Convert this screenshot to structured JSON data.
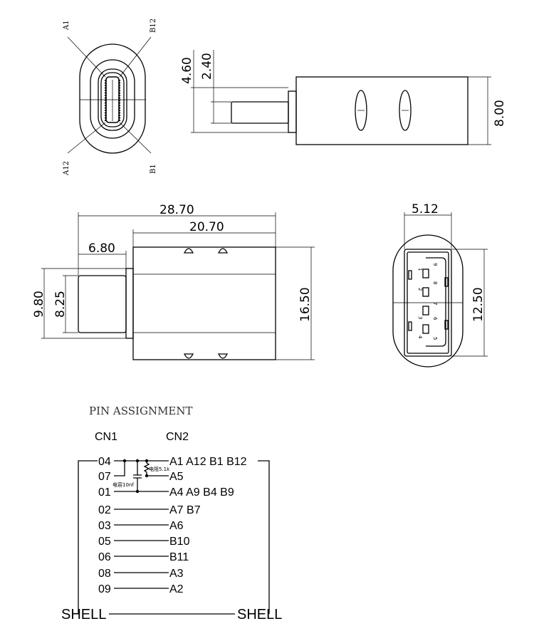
{
  "typec_view": {
    "labels": {
      "a1": "A1",
      "b12": "B12",
      "a12": "A12",
      "b1": "B1"
    }
  },
  "side_view": {
    "dims": {
      "d1": "4.60",
      "d2": "2.40",
      "d3": "8.00"
    }
  },
  "top_view": {
    "dims": {
      "overall": "28.70",
      "body": "20.70",
      "plug": "6.80",
      "collar_h": "9.80",
      "plug_h": "8.25",
      "body_h": "16.50"
    }
  },
  "usba_view": {
    "dims": {
      "w": "5.12",
      "h": "12.50"
    },
    "pins": [
      "1",
      "2",
      "3",
      "4",
      "5",
      "6",
      "7",
      "8",
      "9"
    ]
  },
  "pin_assignment": {
    "title": "PIN ASSIGNMENT",
    "cn1": "CN1",
    "cn2": "CN2",
    "resistor_label": "电阻5.1k",
    "capacitor_label": "电容10nf",
    "rows": [
      {
        "cn1": "04",
        "cn2": "A1 A12 B1 B12"
      },
      {
        "cn1": "07",
        "cn2": "A5"
      },
      {
        "cn1": "01",
        "cn2": "A4 A9 B4 B9"
      },
      {
        "cn1": "02",
        "cn2": "A7 B7"
      },
      {
        "cn1": "03",
        "cn2": "A6"
      },
      {
        "cn1": "05",
        "cn2": "B10"
      },
      {
        "cn1": "06",
        "cn2": "B11"
      },
      {
        "cn1": "08",
        "cn2": "A3"
      },
      {
        "cn1": "09",
        "cn2": "A2"
      }
    ],
    "shell_left": "SHELL",
    "shell_right": "SHELL"
  }
}
